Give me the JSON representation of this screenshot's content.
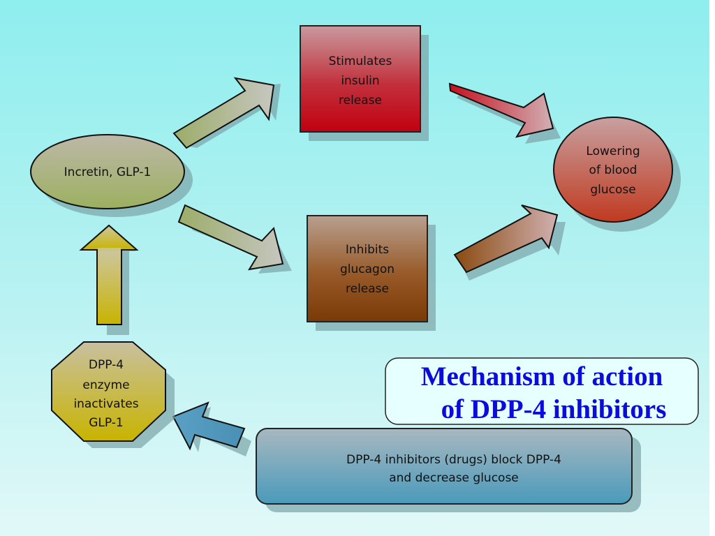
{
  "diagram": {
    "title": {
      "line1": "Mechanism of action",
      "line2": "of DPP-4 inhibitors",
      "color": "#0b0bdc"
    },
    "nodes": {
      "incretin": {
        "label": "Incretin, GLP-1",
        "shape": "ellipse"
      },
      "insulin": {
        "lines": [
          "Stimulates",
          "insulin",
          "release"
        ],
        "shape": "rectangle",
        "color": "#c0001a"
      },
      "glucagon": {
        "lines": [
          "Inhibits",
          "glucagon",
          "release"
        ],
        "shape": "rectangle",
        "color": "#7a3a08"
      },
      "glucose": {
        "lines": [
          "Lowering",
          "of blood",
          "glucose"
        ],
        "shape": "circle",
        "color": "#c0402a"
      },
      "dpp4_enzyme": {
        "lines": [
          "DPP-4",
          "enzyme",
          "inactivates",
          "GLP-1"
        ],
        "shape": "octagon",
        "color": "#c8b400"
      },
      "inhibitors": {
        "lines": [
          "DPP-4 inhibitors (drugs) block DPP-4",
          "and decrease glucose"
        ],
        "shape": "rounded-rectangle",
        "color": "#4a9abb"
      }
    },
    "edges": [
      {
        "from": "incretin",
        "to": "insulin"
      },
      {
        "from": "incretin",
        "to": "glucagon"
      },
      {
        "from": "insulin",
        "to": "glucose"
      },
      {
        "from": "glucagon",
        "to": "glucose"
      },
      {
        "from": "dpp4_enzyme",
        "to": "incretin"
      },
      {
        "from": "inhibitors",
        "to": "dpp4_enzyme"
      }
    ]
  }
}
